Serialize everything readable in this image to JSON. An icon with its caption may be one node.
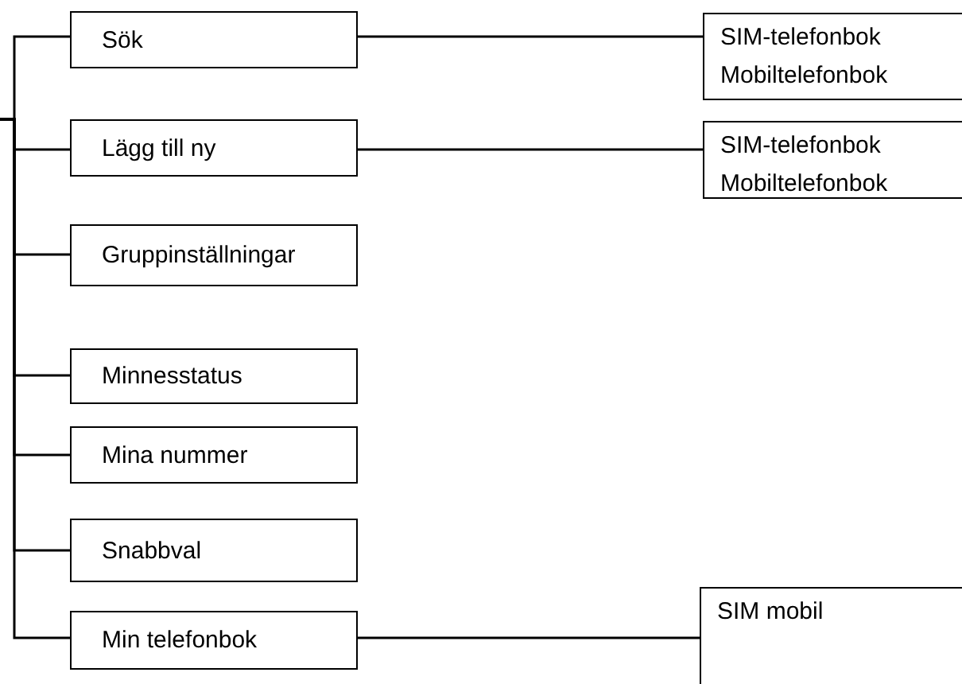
{
  "diagram": {
    "nodes": [
      {
        "text": [
          "Sök"
        ]
      },
      {
        "text": [
          "Lägg till ny"
        ]
      },
      {
        "text": [
          "Gruppinställningar"
        ]
      },
      {
        "text": [
          "Minnesstatus"
        ]
      },
      {
        "text": [
          "Mina nummer"
        ]
      },
      {
        "text": [
          "Snabbval"
        ]
      },
      {
        "text": [
          "Min telefonbok"
        ]
      },
      {
        "text": [
          "SIM-telefonbok",
          "Mobiltelefonbok"
        ]
      },
      {
        "text": [
          "SIM-telefonbok",
          "Mobiltelefonbok"
        ]
      },
      {
        "text": [
          "SIM mobil"
        ]
      }
    ],
    "edges": [
      {
        "from": null,
        "to": 0,
        "arrow": "none"
      },
      {
        "from": null,
        "to": 1,
        "arrow": "none"
      },
      {
        "from": null,
        "to": 2,
        "arrow": "none"
      },
      {
        "from": null,
        "to": 3,
        "arrow": "none"
      },
      {
        "from": null,
        "to": 4,
        "arrow": "none"
      },
      {
        "from": null,
        "to": 5,
        "arrow": "none"
      },
      {
        "from": null,
        "to": 6,
        "arrow": "none"
      },
      {
        "from": 0,
        "to": 7,
        "arrow": "none"
      },
      {
        "from": 1,
        "to": 8,
        "arrow": "none"
      },
      {
        "from": 6,
        "to": 9,
        "arrow": "none"
      }
    ]
  }
}
